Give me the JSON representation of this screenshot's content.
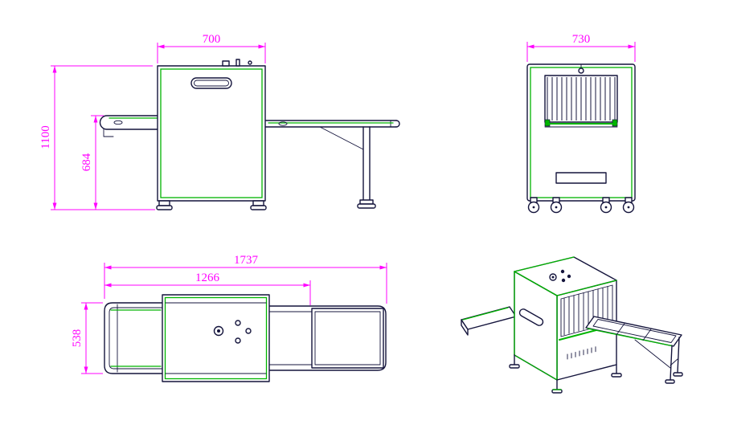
{
  "colors": {
    "outline": "#14143c",
    "highlight": "#00b400",
    "dimension": "#ff00ff",
    "background": "#ffffff"
  },
  "dimensions": {
    "side_view": {
      "width": "700",
      "overall_height": "1100",
      "belt_height": "684"
    },
    "front_view": {
      "width": "730"
    },
    "plan_view": {
      "overall_length": "1737",
      "body_length": "1266",
      "width": "538"
    }
  }
}
